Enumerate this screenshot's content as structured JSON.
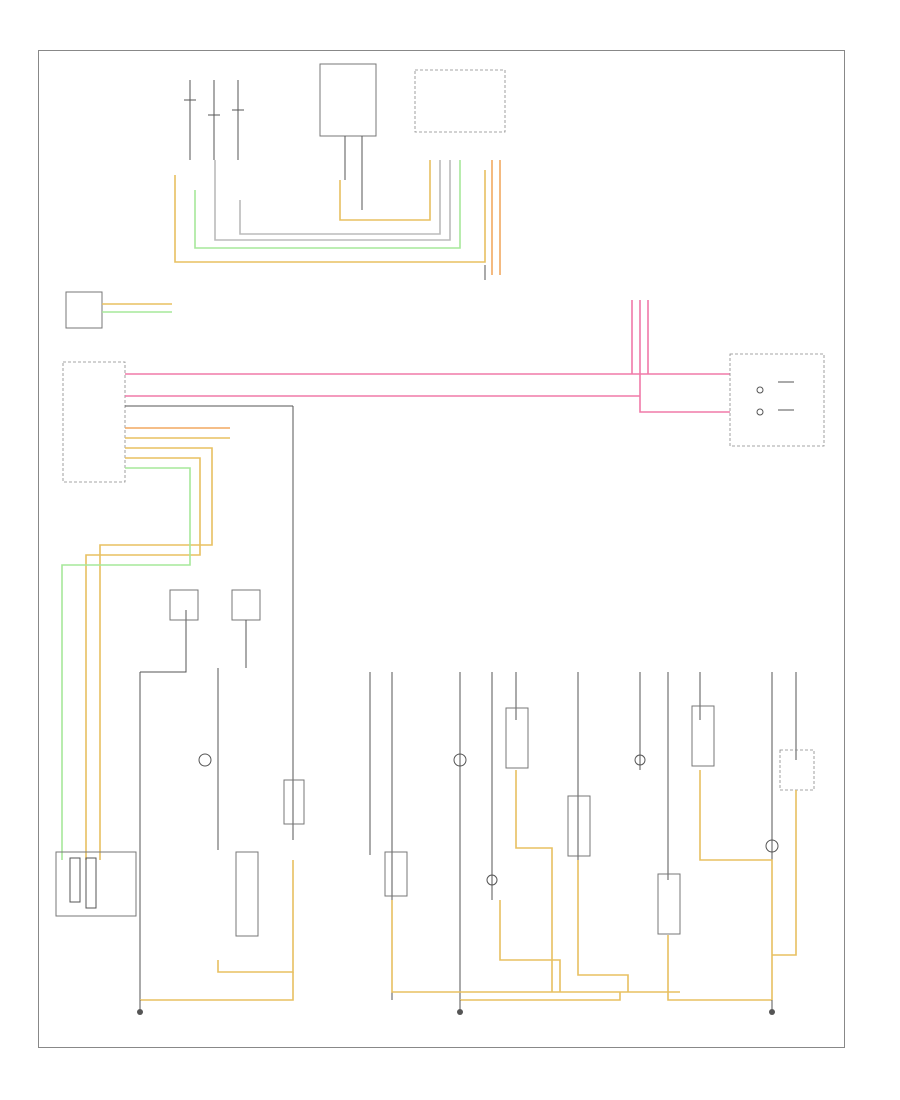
{
  "diagram": {
    "type": "wiring schematic",
    "colors": {
      "wire_yellow": "#e8c060",
      "wire_green": "#a6e89a",
      "wire_pink": "#f07aa8",
      "wire_orange": "#f2a860",
      "wire_grey": "#bbbbbb",
      "wire_black": "#555555",
      "frame": "#888888"
    },
    "components": [
      {
        "key": "left_front_door_lock",
        "icon": "switch-icon"
      },
      {
        "key": "left_rear_door_lock",
        "icon": "switch-icon"
      },
      {
        "key": "left_rear_window_module",
        "icon": "module-icon"
      },
      {
        "key": "instrument_cluster",
        "icon": "module-icon"
      },
      {
        "key": "central_control_module",
        "icon": "module-icon"
      },
      {
        "key": "passenger_door_switch",
        "icon": "switch-icon"
      },
      {
        "key": "driver_door_contact",
        "icon": "switch-icon"
      },
      {
        "key": "luggage_compartment_lamp",
        "icon": "lamp-icon"
      },
      {
        "key": "glovebox_lamp",
        "icon": "lamp-icon"
      },
      {
        "key": "interior_lamp",
        "icon": "lamp-icon"
      }
    ],
    "grounds": [
      {
        "key": "ground_left"
      },
      {
        "key": "ground_center"
      },
      {
        "key": "ground_right"
      }
    ]
  }
}
